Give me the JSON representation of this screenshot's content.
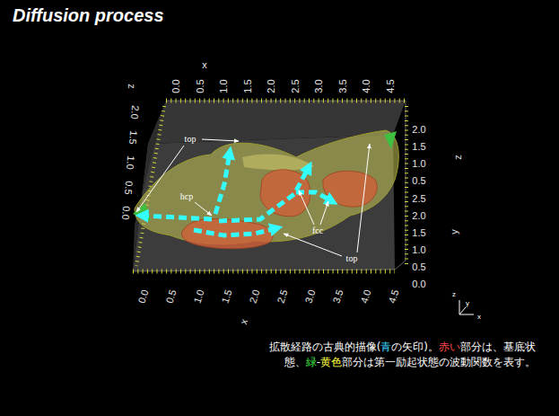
{
  "diagram": {
    "title": "Diffusion process",
    "caption": "拡散経路の古典的描像(青の矢印)。赤い部分は、基底状態、緑-黄色部分は第一励起状態の波動関数を表す。",
    "labels": [
      "0.0",
      "0.5",
      "1.0",
      "1.5",
      "2.0",
      "2.5",
      "3.0",
      "3.5",
      "4.0",
      "4.5",
      "x",
      "z",
      "2.0",
      "1.5",
      "1.0",
      "0.5",
      "0.0",
      "2.0",
      "1.5",
      "1.0",
      "0.5",
      "z",
      "2.5",
      "2.0",
      "1.5",
      "1.0",
      "0.5",
      "0.0",
      "y",
      "0.0",
      "0.5",
      "1.0",
      "1.5",
      "2.0",
      "2.5",
      "3.0",
      "3.5",
      "4.0",
      "4.5",
      "x",
      "top",
      "hcp",
      "fcc",
      "top",
      "z",
      "y",
      "x"
    ]
  }
}
